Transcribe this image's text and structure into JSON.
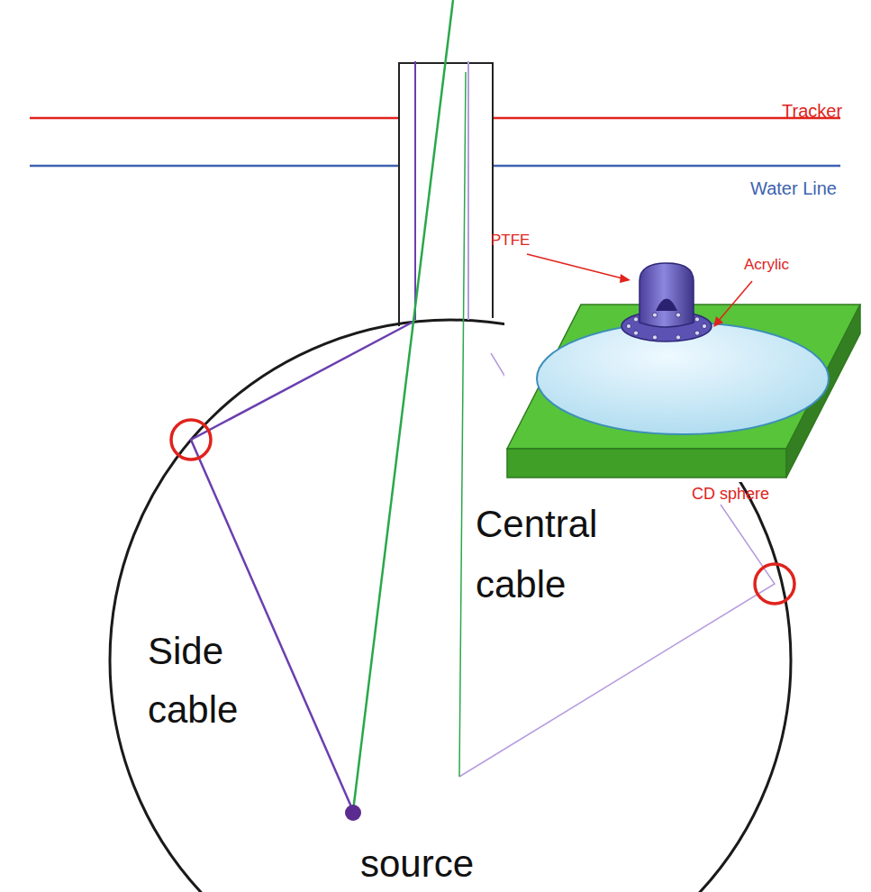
{
  "diagram": {
    "labels": [
      "Tracker",
      "Water Line",
      "PTFE",
      "Acrylic",
      "CD sphere",
      "Central cable",
      "Side cable",
      "source"
    ]
  }
}
